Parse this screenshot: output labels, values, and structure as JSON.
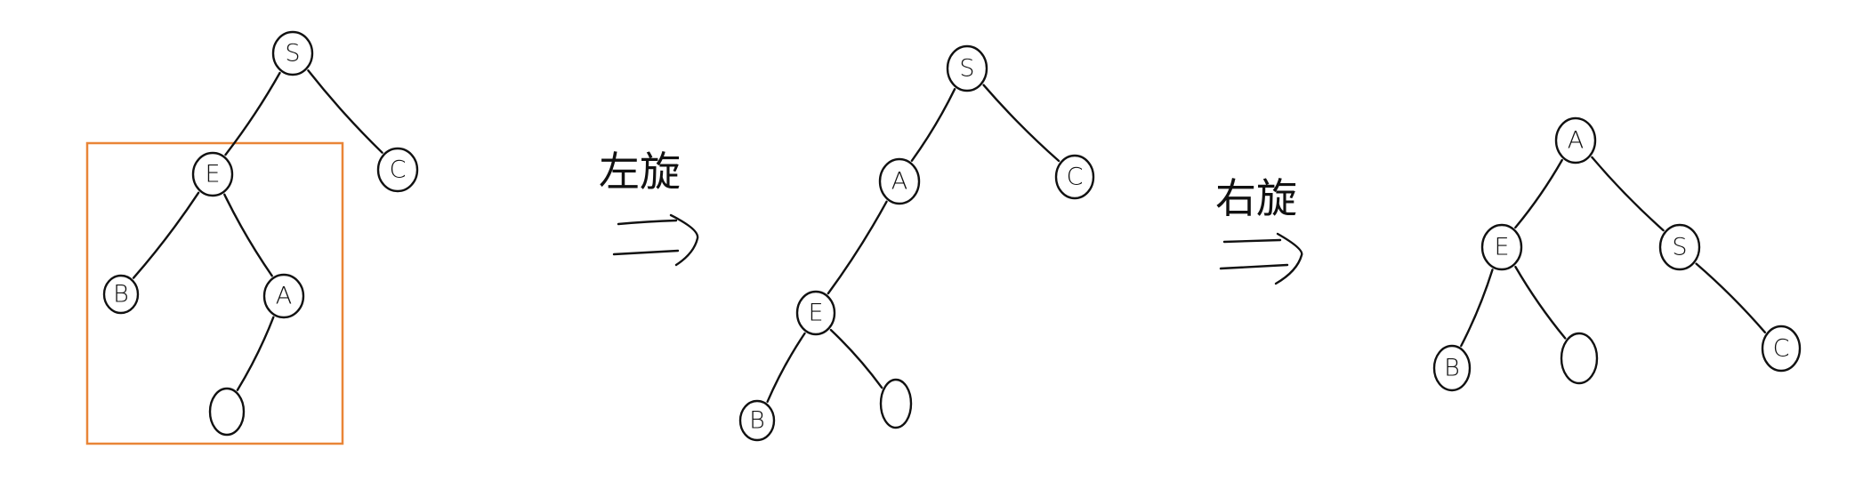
{
  "diagram": {
    "colors": {
      "background": "#FFFFFF",
      "ink": "#111111",
      "highlight_box": "#E98537"
    },
    "highlight": {
      "tree": 0,
      "subtree_root_node": 1
    },
    "trees": [
      {
        "nodes": [
          {
            "label": "S"
          },
          {
            "label": "E"
          },
          {
            "label": "C"
          },
          {
            "label": "B"
          },
          {
            "label": "A"
          },
          {
            "empty": true
          }
        ],
        "edges": [
          [
            0,
            1
          ],
          [
            0,
            2
          ],
          [
            1,
            3
          ],
          [
            1,
            4
          ],
          [
            4,
            5
          ]
        ]
      },
      {
        "nodes": [
          {
            "label": "S"
          },
          {
            "label": "A"
          },
          {
            "label": "C"
          },
          {
            "label": "E"
          },
          {
            "label": "B"
          },
          {
            "empty": true
          }
        ],
        "edges": [
          [
            0,
            1
          ],
          [
            0,
            2
          ],
          [
            1,
            3
          ],
          [
            3,
            4
          ],
          [
            3,
            5
          ]
        ]
      },
      {
        "nodes": [
          {
            "label": "A"
          },
          {
            "label": "E"
          },
          {
            "label": "S"
          },
          {
            "label": "B"
          },
          {
            "empty": true
          },
          {
            "label": "C"
          }
        ],
        "edges": [
          [
            0,
            1
          ],
          [
            0,
            2
          ],
          [
            1,
            3
          ],
          [
            1,
            4
          ],
          [
            2,
            5
          ]
        ]
      }
    ],
    "transitions": [
      {
        "label": "左旋",
        "arrow_icon": "double-right-arrow-icon"
      },
      {
        "label": "右旋",
        "arrow_icon": "double-right-arrow-icon"
      }
    ]
  }
}
